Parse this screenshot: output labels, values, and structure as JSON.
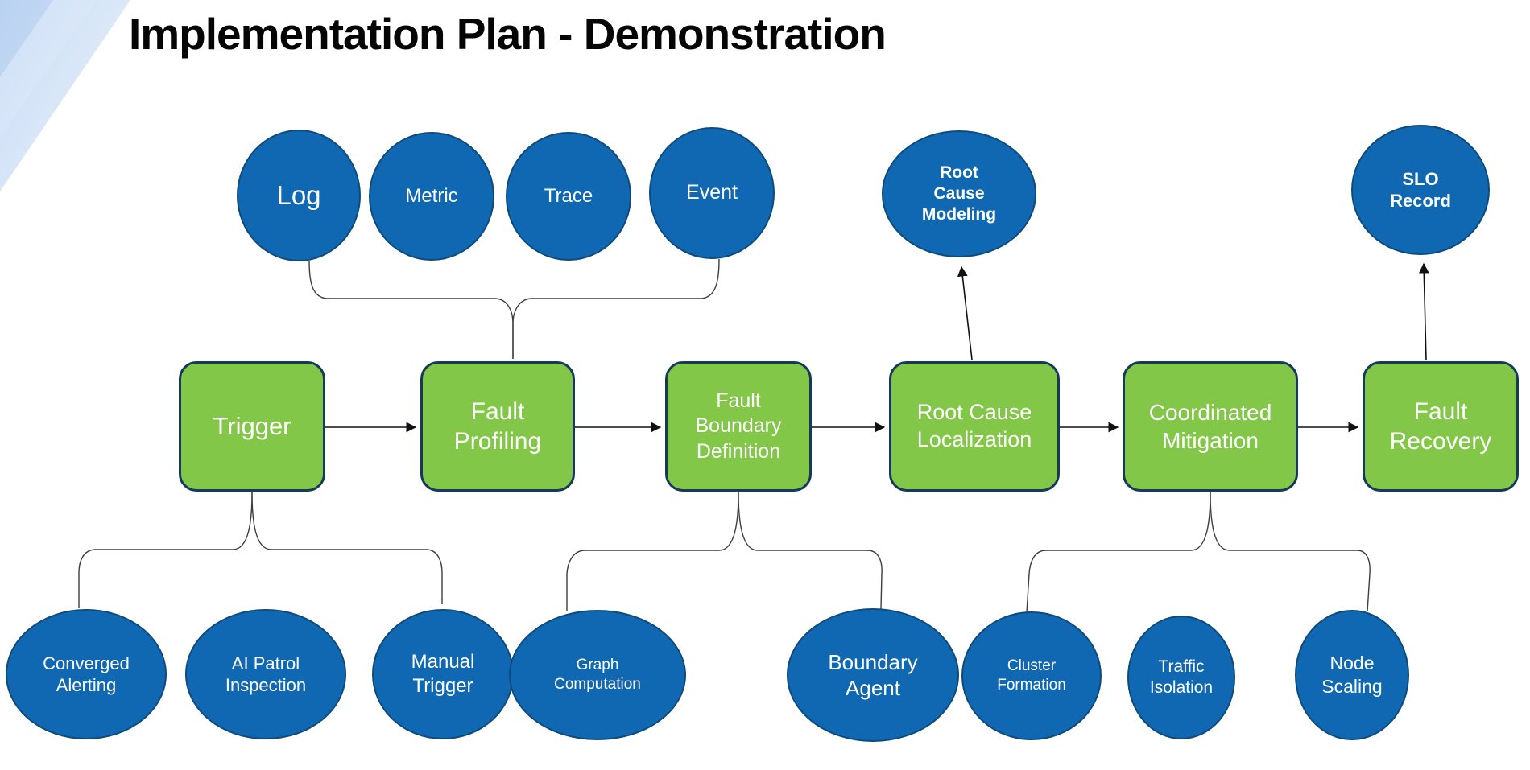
{
  "title": "Implementation Plan - Demonstration",
  "colors": {
    "stage_fill": "#82C748",
    "stage_border": "#16395C",
    "node_fill": "#1068B2",
    "node_border": "#0E4B7C",
    "connector": "#1a1a1a",
    "title_text": "#050505",
    "node_text": "#ffffff"
  },
  "nodes": {
    "inputs": [
      {
        "label": "Log"
      },
      {
        "label": "Metric"
      },
      {
        "label": "Trace"
      },
      {
        "label": "Event"
      }
    ],
    "stages": [
      {
        "label": "Trigger"
      },
      {
        "label": "Fault\nProfiling"
      },
      {
        "label": "Fault\nBoundary\nDefinition"
      },
      {
        "label": "Root Cause\nLocalization"
      },
      {
        "label": "Coordinated\nMitigation"
      },
      {
        "label": "Fault\nRecovery"
      }
    ],
    "outputs": [
      {
        "label": "Root\nCause\nModeling"
      },
      {
        "label": "SLO\nRecord"
      }
    ],
    "trigger_sources": [
      {
        "label": "Converged\nAlerting"
      },
      {
        "label": "AI Patrol\nInspection"
      },
      {
        "label": "Manual\nTrigger"
      }
    ],
    "boundary_methods": [
      {
        "label": "Graph\nComputation"
      },
      {
        "label": "Boundary\nAgent"
      }
    ],
    "mitigation_actions": [
      {
        "label": "Cluster\nFormation"
      },
      {
        "label": "Traffic\nIsolation"
      },
      {
        "label": "Node\nScaling"
      }
    ]
  }
}
